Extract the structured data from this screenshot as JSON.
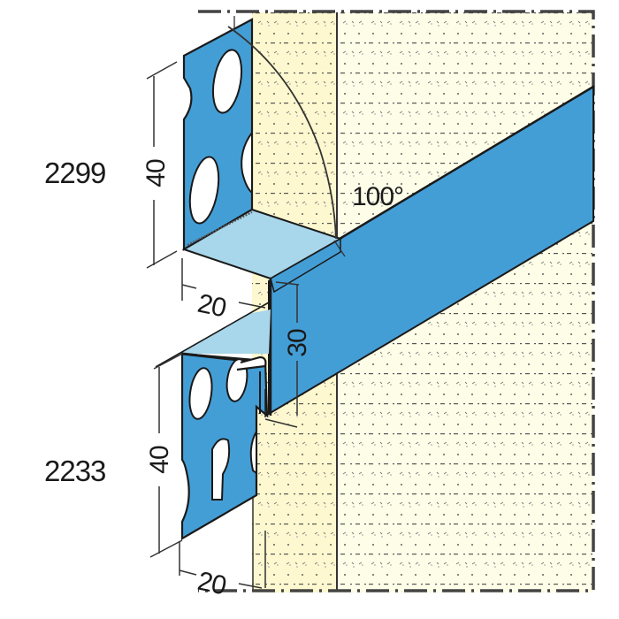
{
  "diagram": {
    "type": "technical-drawing",
    "subject": "plaster stop profiles on rendered wall",
    "colors": {
      "profile_face": "#449ed6",
      "profile_flange": "#a8d6ea",
      "plaster_base_layer": "#fdf8cf",
      "plaster_outer_layer": "#fefde8",
      "outline": "#1a1a1a",
      "border_dashdot": "#444444"
    },
    "profiles": [
      {
        "id": "2299",
        "label": "2299",
        "height_dim": "40",
        "width_dim": "20",
        "angle_label": "100°"
      },
      {
        "id": "2233",
        "label": "2233",
        "height_dim": "40",
        "width_dim": "20",
        "face_dim": "30"
      }
    ]
  }
}
